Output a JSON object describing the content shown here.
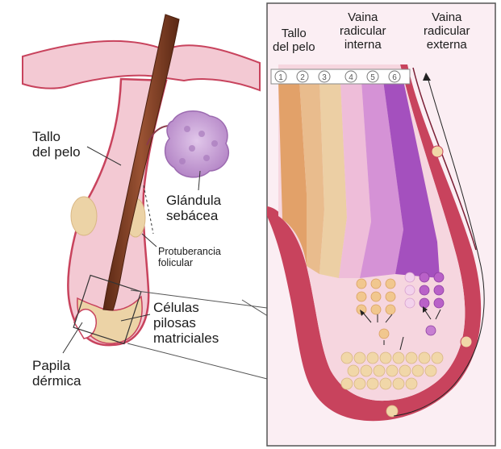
{
  "labels": {
    "tallo_left": [
      "Tallo",
      "del pelo"
    ],
    "glandula": [
      "Glándula",
      "sebácea"
    ],
    "protuberancia": [
      "Protuberancia",
      "folicular"
    ],
    "celulas": [
      "Células",
      "pilosas",
      "matriciales"
    ],
    "papila": [
      "Papila",
      "dérmica"
    ],
    "tallo_right": [
      "Tallo",
      "del pelo"
    ],
    "vaina_interna": [
      "Vaina",
      "radicular",
      "interna"
    ],
    "vaina_externa": [
      "Vaina",
      "radicular",
      "externa"
    ]
  },
  "layer_numbers": [
    "1",
    "2",
    "3",
    "4",
    "5",
    "6"
  ],
  "colors": {
    "skin_pink": "#f3c9d3",
    "follicle_red": "#c8435d",
    "hair_brown": "#7a3b22",
    "tan_layers": [
      "#e2a169",
      "#e9bc8d",
      "#eccfa4"
    ],
    "purple_layers": [
      "#e8b3dc",
      "#cf89d6",
      "#a450be"
    ],
    "gland_purple": "#c49ad0"
  }
}
